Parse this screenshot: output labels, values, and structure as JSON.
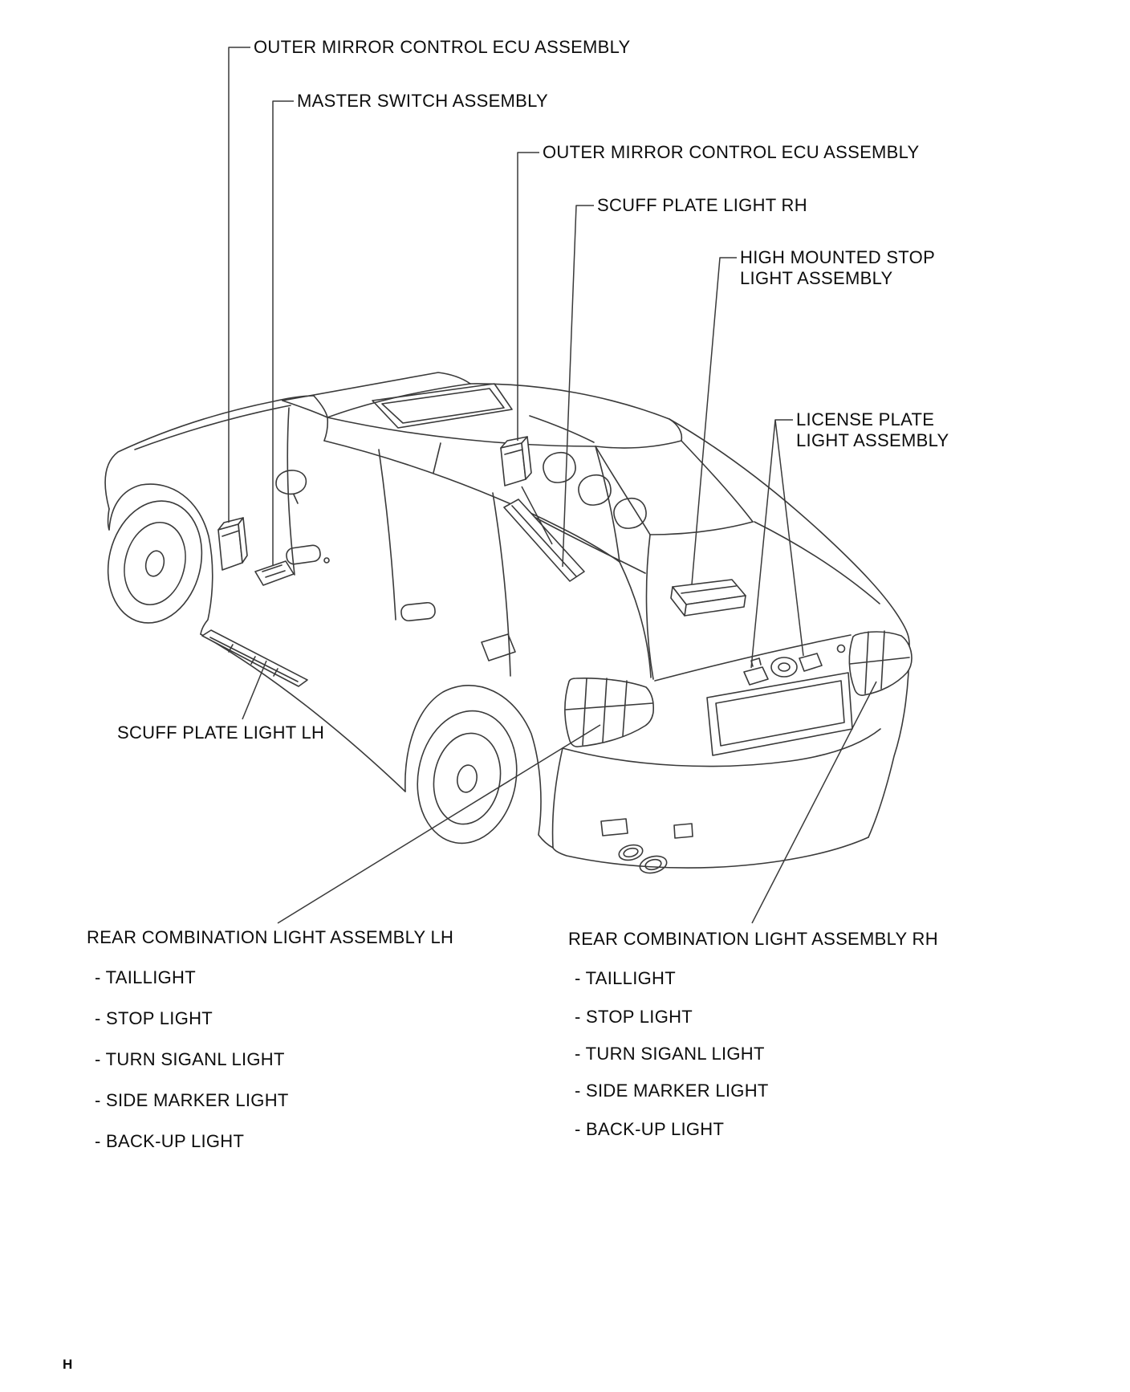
{
  "style": {
    "background": "#ffffff",
    "ink": "#111111",
    "line": "#3a3a3a"
  },
  "page": {
    "footer_mark": "H"
  },
  "diagram": {
    "callouts": {
      "outer_mirror_ecu_lh": "OUTER MIRROR CONTROL ECU ASSEMBLY",
      "master_switch": "MASTER SWITCH ASSEMBLY",
      "outer_mirror_ecu_rh": "OUTER MIRROR CONTROL ECU ASSEMBLY",
      "scuff_plate_light_rh": "SCUFF PLATE LIGHT RH",
      "high_mounted_stop_light": [
        "HIGH MOUNTED STOP",
        "LIGHT ASSEMBLY"
      ],
      "license_plate_light": [
        "LICENSE PLATE",
        "LIGHT ASSEMBLY"
      ],
      "scuff_plate_light_lh": "SCUFF PLATE LIGHT LH"
    },
    "lists": {
      "lh": {
        "title": "REAR COMBINATION LIGHT ASSEMBLY LH",
        "items": [
          "- TAILLIGHT",
          "- STOP LIGHT",
          "- TURN SIGANL LIGHT",
          "- SIDE MARKER LIGHT",
          "- BACK-UP LIGHT"
        ]
      },
      "rh": {
        "title": "REAR COMBINATION LIGHT ASSEMBLY RH",
        "items": [
          "- TAILLIGHT",
          "- STOP LIGHT",
          "- TURN SIGANL LIGHT",
          "- SIDE MARKER LIGHT",
          "- BACK-UP LIGHT"
        ]
      }
    }
  }
}
